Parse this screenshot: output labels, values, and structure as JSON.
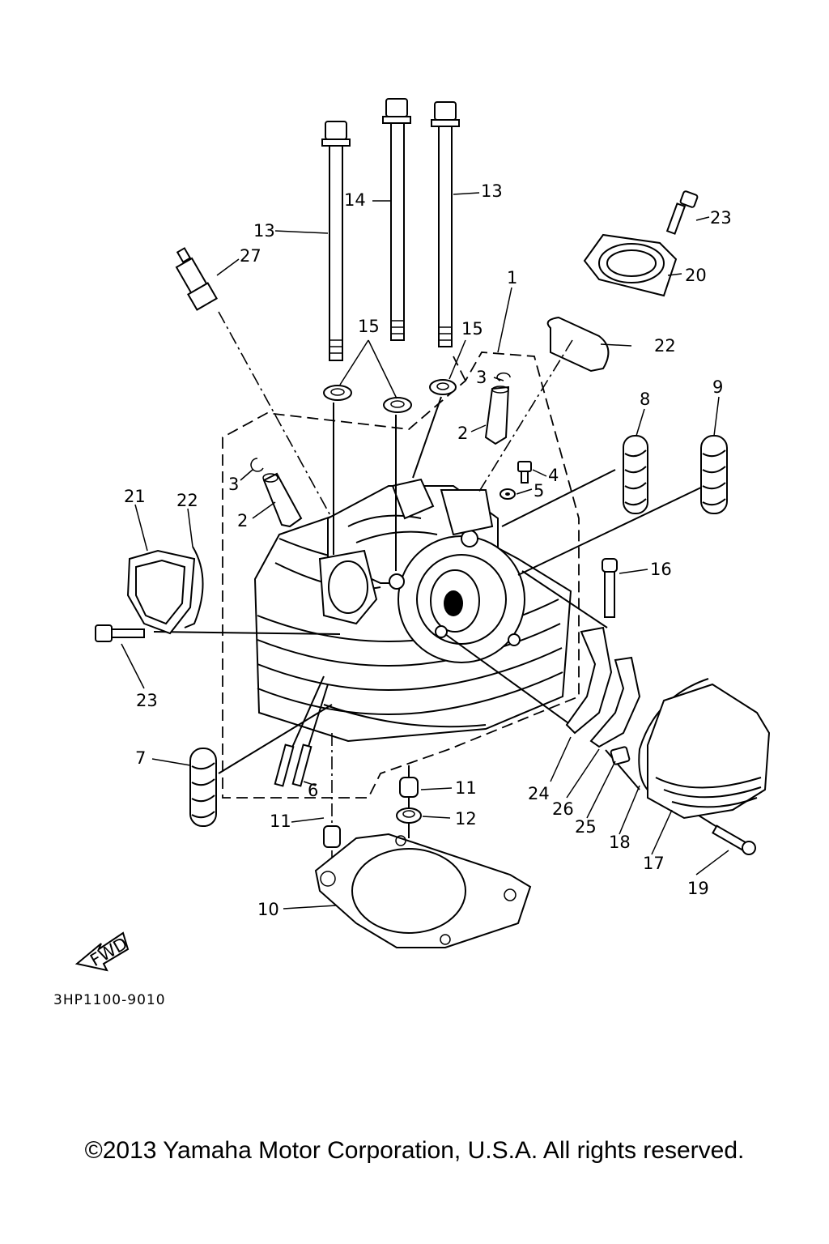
{
  "diagram": {
    "part_number": "3HP1100-9010",
    "fwd_label": "FWD",
    "callouts": [
      {
        "id": "c1",
        "text": "1"
      },
      {
        "id": "c2a",
        "text": "2"
      },
      {
        "id": "c2b",
        "text": "2"
      },
      {
        "id": "c3a",
        "text": "3"
      },
      {
        "id": "c3b",
        "text": "3"
      },
      {
        "id": "c4",
        "text": "4"
      },
      {
        "id": "c5",
        "text": "5"
      },
      {
        "id": "c6",
        "text": "6"
      },
      {
        "id": "c7",
        "text": "7"
      },
      {
        "id": "c8",
        "text": "8"
      },
      {
        "id": "c9",
        "text": "9"
      },
      {
        "id": "c10",
        "text": "10"
      },
      {
        "id": "c11a",
        "text": "11"
      },
      {
        "id": "c11b",
        "text": "11"
      },
      {
        "id": "c12",
        "text": "12"
      },
      {
        "id": "c13a",
        "text": "13"
      },
      {
        "id": "c13b",
        "text": "13"
      },
      {
        "id": "c14",
        "text": "14"
      },
      {
        "id": "c15a",
        "text": "15"
      },
      {
        "id": "c15b",
        "text": "15"
      },
      {
        "id": "c16",
        "text": "16"
      },
      {
        "id": "c17",
        "text": "17"
      },
      {
        "id": "c18",
        "text": "18"
      },
      {
        "id": "c19",
        "text": "19"
      },
      {
        "id": "c20",
        "text": "20"
      },
      {
        "id": "c21",
        "text": "21"
      },
      {
        "id": "c22a",
        "text": "22"
      },
      {
        "id": "c22b",
        "text": "22"
      },
      {
        "id": "c23a",
        "text": "23"
      },
      {
        "id": "c23b",
        "text": "23"
      },
      {
        "id": "c24",
        "text": "24"
      },
      {
        "id": "c25",
        "text": "25"
      },
      {
        "id": "c26",
        "text": "26"
      },
      {
        "id": "c27",
        "text": "27"
      }
    ]
  },
  "footer": {
    "copyright": "©2013 Yamaha Motor Corporation, U.S.A. All rights reserved."
  }
}
